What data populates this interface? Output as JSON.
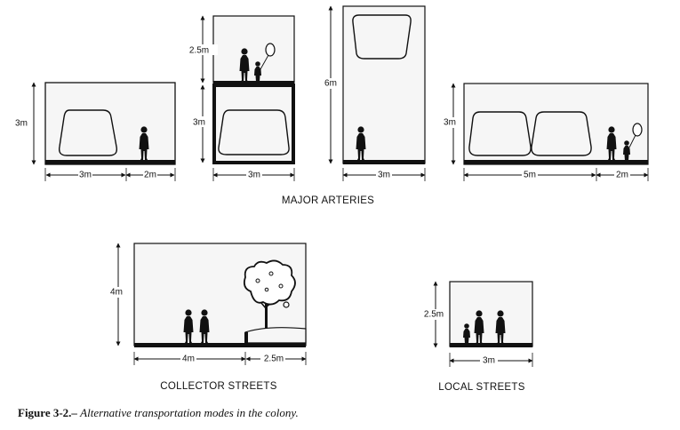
{
  "sections": {
    "major": "MAJOR ARTERIES",
    "collector": "COLLECTOR STREETS",
    "local": "LOCAL STREETS"
  },
  "dims": {
    "a1_height": "3m",
    "a1_w1": "3m",
    "a1_w2": "2m",
    "a2_top": "2.5m",
    "a2_bottom": "3m",
    "a2_width": "3m",
    "a3_height": "6m",
    "a3_width": "3m",
    "a4_height": "3m",
    "a4_w1": "5m",
    "a4_w2": "2m",
    "c_height": "4m",
    "c_w1": "4m",
    "c_w2": "2.5m",
    "l_height": "2.5m",
    "l_width": "3m"
  },
  "caption": {
    "number": "Figure 3-2.–",
    "text": "Alternative transportation modes in the colony."
  }
}
